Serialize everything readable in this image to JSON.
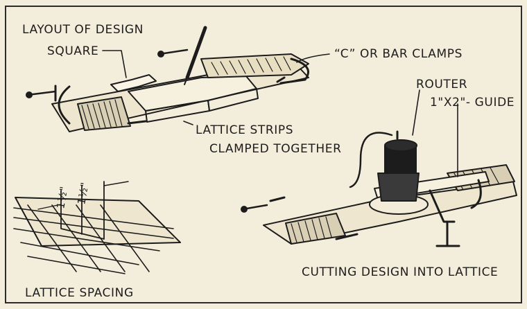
{
  "labels": {
    "layout_of_design": "LAYOUT OF DESIGN",
    "square": "SQUARE",
    "bar_clamps": "“C” OR BAR CLAMPS",
    "lattice_strips": "LATTICE STRIPS",
    "clamped_together": "CLAMPED TOGETHER",
    "router": "ROUTER",
    "guide": "1\"X2\"- GUIDE",
    "spacing_dim_left": "1½\"",
    "spacing_dim_right": "1½\"",
    "lattice_spacing": "LATTICE SPACING",
    "cutting_design": "CUTTING DESIGN INTO LATTICE"
  }
}
